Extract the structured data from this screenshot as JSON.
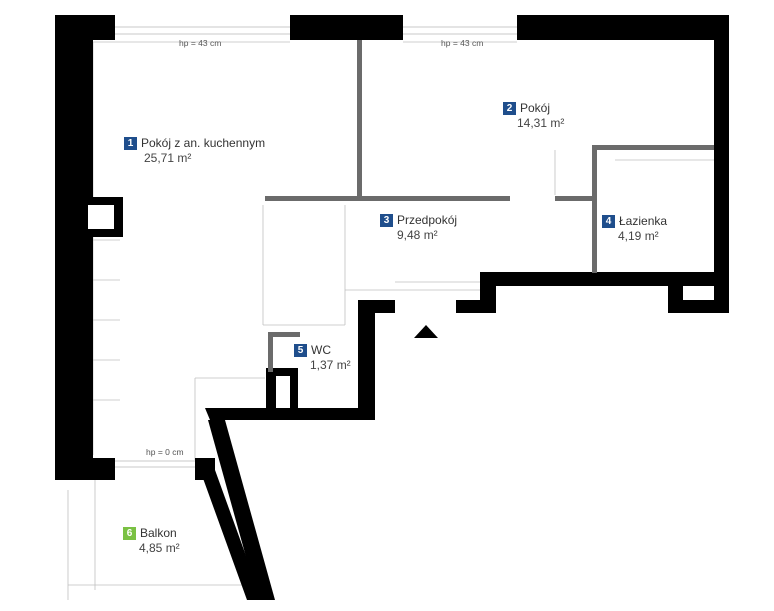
{
  "header_note": "...",
  "colors": {
    "room_badge": "#1f4e8c",
    "balcony_badge": "#7ac143",
    "wall": "#000000",
    "partition": "#6b6b6b"
  },
  "rooms": [
    {
      "number": "1",
      "name": "Pokój z an. kuchennym",
      "area": "25,71 m²"
    },
    {
      "number": "2",
      "name": "Pokój",
      "area": "14,31 m²"
    },
    {
      "number": "3",
      "name": "Przedpokój",
      "area": "9,48 m²"
    },
    {
      "number": "4",
      "name": "Łazienka",
      "area": "4,19 m²"
    },
    {
      "number": "5",
      "name": "WC",
      "area": "1,37 m²"
    },
    {
      "number": "6",
      "name": "Balkon",
      "area": "4,85 m²"
    }
  ],
  "window_heights": [
    "hp = 43 cm",
    "hp = 43 cm",
    "hp = 0 cm"
  ],
  "entrance": {
    "icon": "entrance-arrow-icon"
  }
}
